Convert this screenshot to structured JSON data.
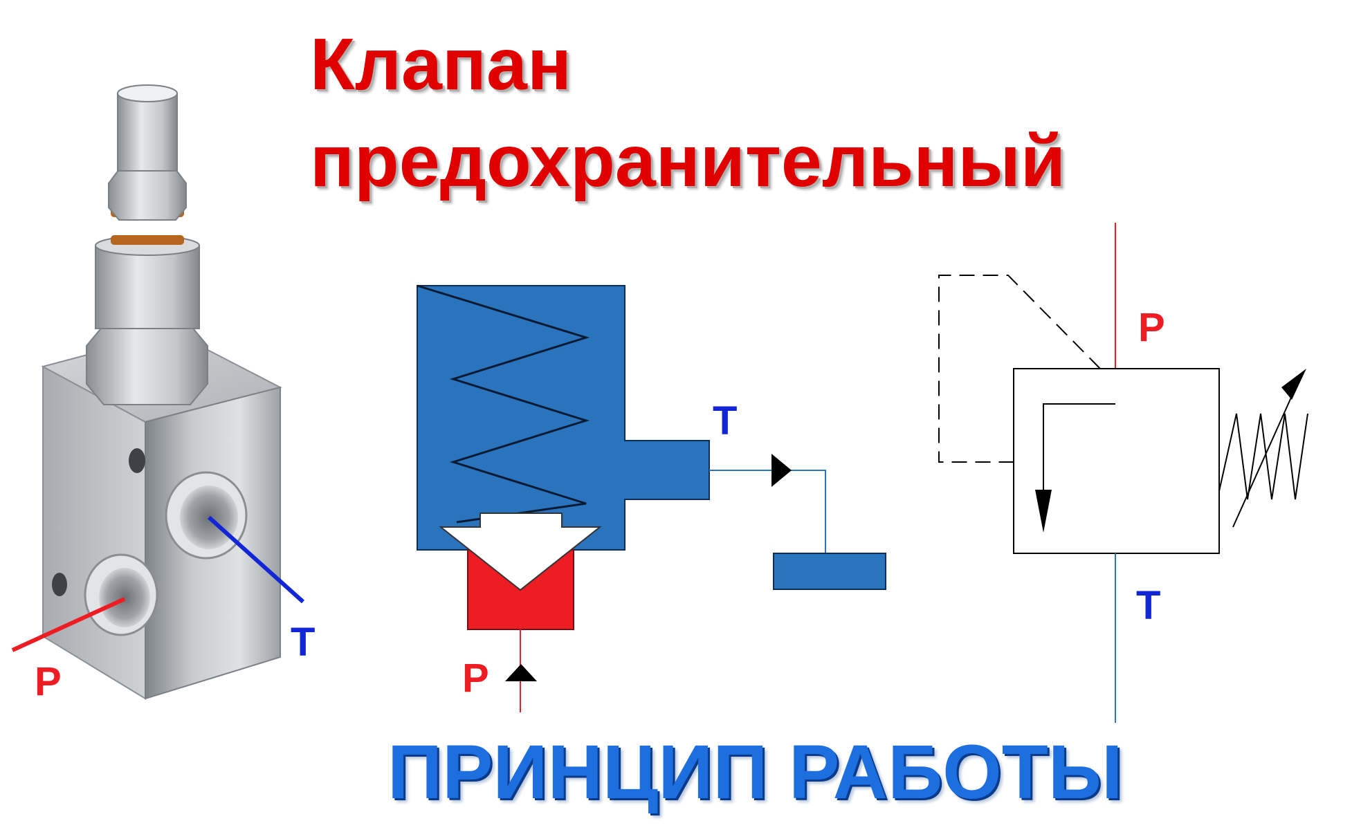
{
  "title": {
    "line1": "Клапан",
    "line2": "предохранительный"
  },
  "footer_title": "ПРИНЦИП РАБОТЫ",
  "photo_labels": {
    "p": "P",
    "t": "T"
  },
  "sectional_labels": {
    "p": "P",
    "t": "T"
  },
  "symbol_labels": {
    "p": "P",
    "t": "T"
  },
  "colors": {
    "title_red": "#e10000",
    "pressure_red": "#ee1d24",
    "tank_blue": "#2a74bd",
    "label_blue": "#1226d6",
    "footer_blue": "#1d6fe0",
    "metal": "#b9bcbf"
  }
}
